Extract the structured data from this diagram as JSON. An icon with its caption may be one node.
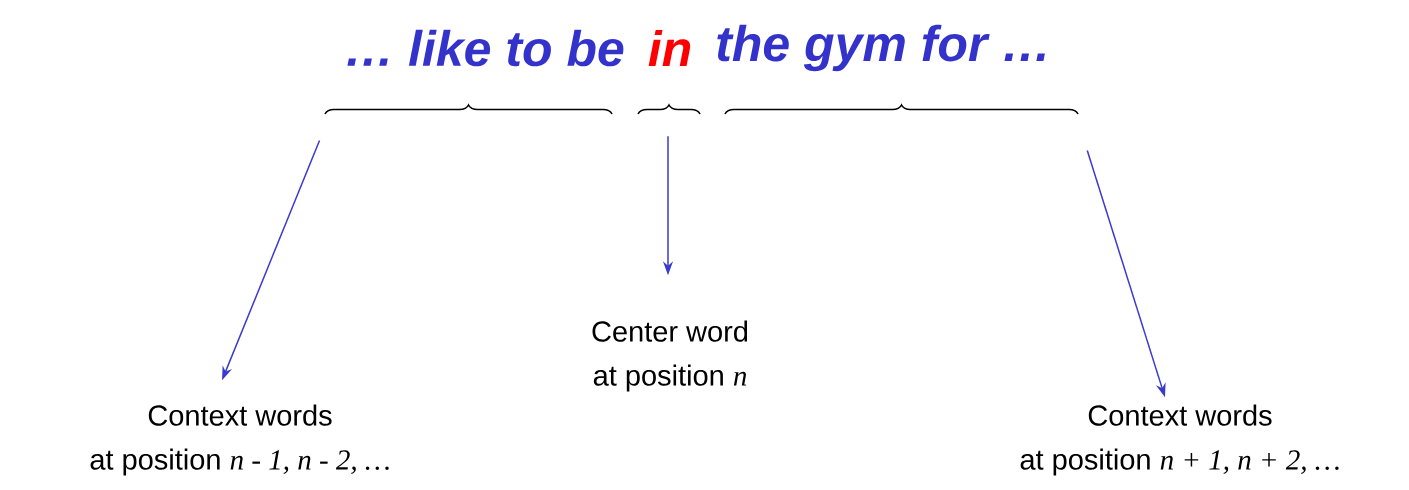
{
  "diagram": {
    "nodes": [
      {
        "text": [
          "… like to be"
        ]
      },
      {
        "text": [
          "in"
        ]
      },
      {
        "text": [
          "the gym for …"
        ]
      },
      {
        "text": [
          "Context words",
          "at position *n - 1, n - 2, …*"
        ]
      },
      {
        "text": [
          "Center word",
          "at position *n*"
        ]
      },
      {
        "text": [
          "Context words",
          "at position *n + 1, n + 2, …*"
        ]
      }
    ],
    "edges": [
      {
        "from": 0,
        "to": 3,
        "arrow": "to"
      },
      {
        "from": 1,
        "to": 4,
        "arrow": "to"
      },
      {
        "from": 2,
        "to": 5,
        "arrow": "to"
      }
    ]
  }
}
